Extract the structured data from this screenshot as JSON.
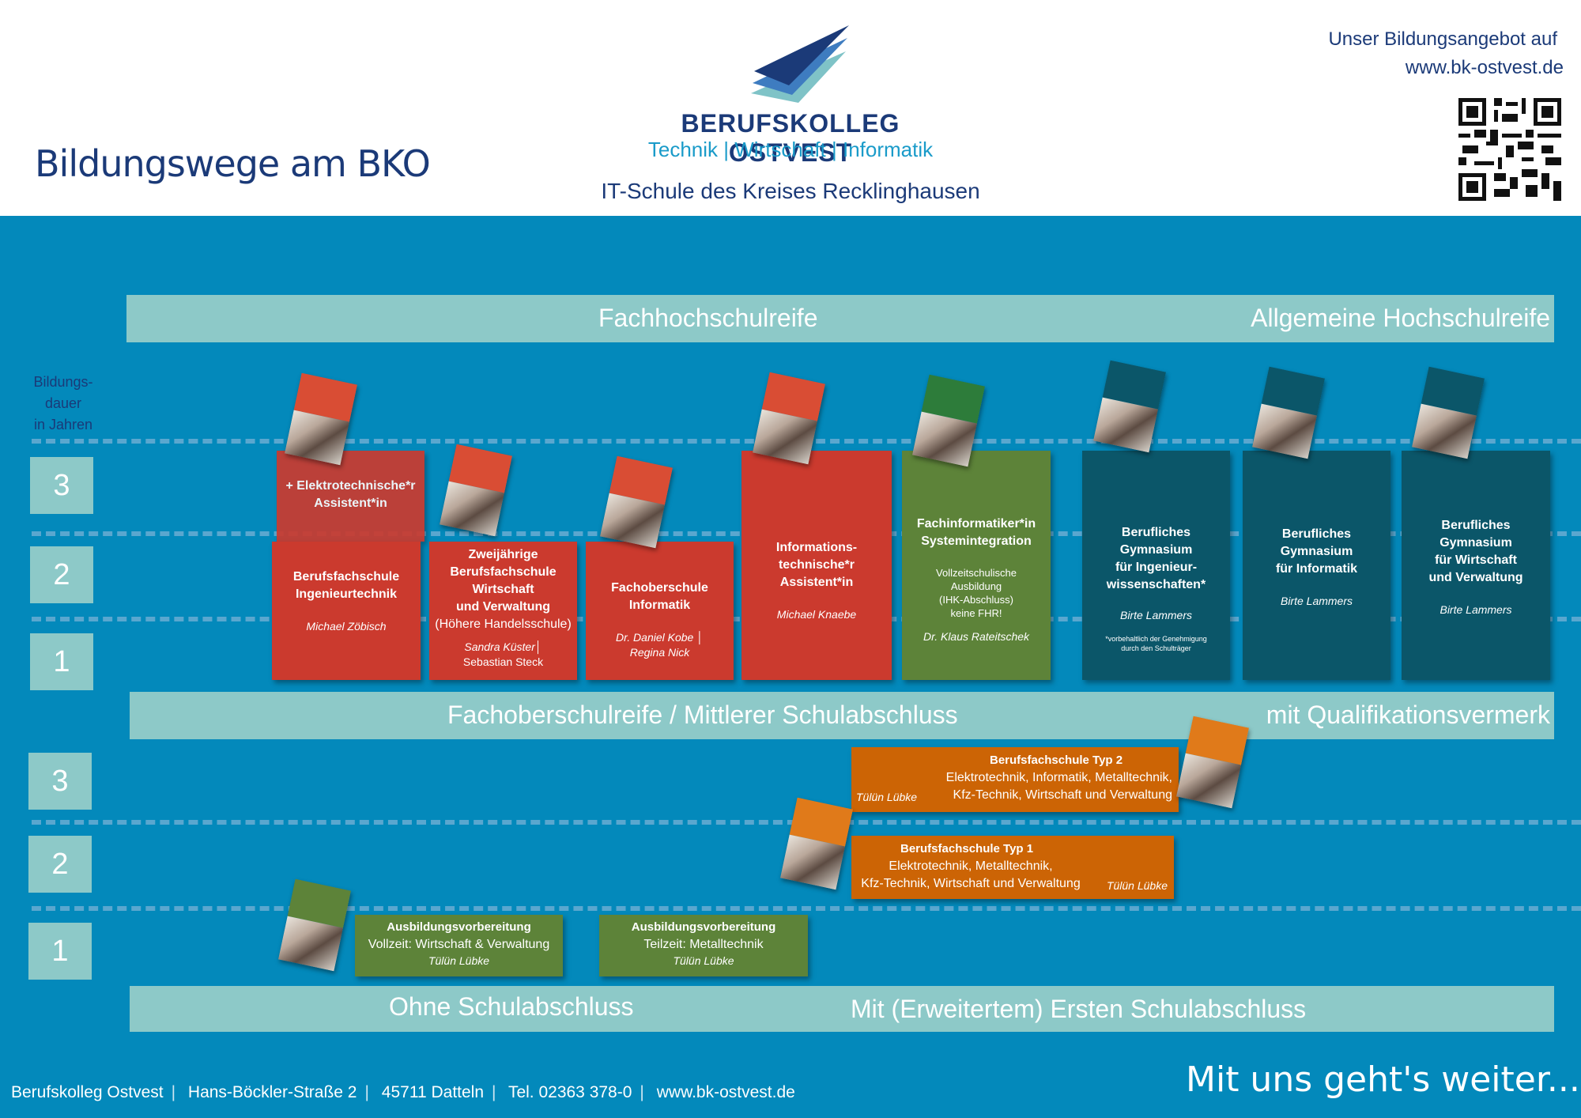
{
  "header": {
    "title": "Bildungswege am BKO",
    "brand": "BERUFSKOLLEG OSTVEST",
    "tagline": "Technik | Wirtschaft | Informatik",
    "subtitle": "IT-Schule des Kreises Recklinghausen",
    "offer_line1": "Unser Bildungsangebot auf",
    "offer_line2": "www.bk-ostvest.de",
    "logo_icon": "stacked-wing-logo-icon",
    "qr_icon": "qr-code-icon"
  },
  "duration_label": [
    "Bildungs-",
    "dauer",
    "in Jahren"
  ],
  "year_markers_upper": [
    "3",
    "2",
    "1"
  ],
  "year_markers_lower": [
    "3",
    "2",
    "1"
  ],
  "bands": {
    "top_left": "Fachhochschulreife",
    "top_right": "Allgemeine Hochschulreife",
    "middle_left": "Fachoberschulreife / Mittlerer Schulabschluss",
    "middle_right": "mit Qualifikationsvermerk",
    "bottom_left": "Ohne Schulabschluss",
    "bottom_right": "Mit (Erweitertem) Ersten Schulabschluss"
  },
  "programs": {
    "bfs_ing_extra": {
      "title": [
        "+ Elektrotechnische*r",
        "Assistent*in"
      ]
    },
    "bfs_ing": {
      "title": [
        "Berufsfachschule",
        "Ingenieurtechnik"
      ],
      "contact": "Michael Zöbisch"
    },
    "hhs": {
      "title": [
        "Zweijährige",
        "Berufsfachschule",
        "Wirtschaft",
        "und Verwaltung"
      ],
      "subtitle": "(Höhere Handelsschule)",
      "contact1": "Sandra Küster│",
      "contact2": "Sebastian Steck"
    },
    "fos": {
      "title": [
        "Fachoberschule",
        "Informatik"
      ],
      "contact1": "Dr. Daniel Kobe │",
      "contact2": "Regina Nick"
    },
    "ita": {
      "title": [
        "Informations-",
        "technische*r",
        "Assistent*in"
      ],
      "contact": "Michael Knaebe"
    },
    "fisi": {
      "title": [
        "Fachinformatiker*in",
        "Systemintegration"
      ],
      "details": [
        "Vollzeitschulische",
        "Ausbildung",
        "(IHK-Abschluss)",
        "keine FHR!"
      ],
      "contact": "Dr. Klaus Rateitschek"
    },
    "bg_ing": {
      "title": [
        "Berufliches",
        "Gymnasium",
        "für Ingenieur-",
        "wissenschaften*"
      ],
      "contact": "Birte Lammers",
      "note": [
        "*vorbehaltlich der Genehmigung",
        "durch den Schulträger"
      ]
    },
    "bg_inf": {
      "title": [
        "Berufliches",
        "Gymnasium",
        "für Informatik"
      ],
      "contact": "Birte Lammers"
    },
    "bg_wv": {
      "title": [
        "Berufliches",
        "Gymnasium",
        "für Wirtschaft",
        "und Verwaltung"
      ],
      "contact": "Birte Lammers"
    },
    "bfs2": {
      "title": "Berufsfachschule Typ 2",
      "lines": [
        "Elektrotechnik, Informatik, Metalltechnik,",
        "Kfz-Technik, Wirtschaft und Verwaltung"
      ],
      "contact": "Tülün Lübke"
    },
    "bfs1": {
      "title": "Berufsfachschule Typ 1",
      "lines": [
        "Elektrotechnik, Metalltechnik,",
        "Kfz-Technik, Wirtschaft und Verwaltung"
      ],
      "contact": "Tülün Lübke"
    },
    "av_vz": {
      "title": "Ausbildungsvorbereitung",
      "line": "Vollzeit: Wirtschaft & Verwaltung",
      "contact": "Tülün Lübke"
    },
    "av_tz": {
      "title": "Ausbildungsvorbereitung",
      "line": "Teilzeit: Metalltechnik",
      "contact": "Tülün Lübke"
    }
  },
  "footer": {
    "items": [
      "Berufskolleg Ostvest",
      "Hans-Böckler-Straße 2",
      "45711 Datteln",
      "Tel. 02363 378-0",
      "www.bk-ostvest.de"
    ],
    "slogan": "Mit uns geht's weiter..."
  },
  "colors": {
    "background": "#0389bb",
    "band": "#8dc9c8",
    "red": "#cb3a2e",
    "green": "#5d8339",
    "teal": "#0b5669",
    "orange": "#cc6405",
    "navy": "#1b3a78"
  }
}
